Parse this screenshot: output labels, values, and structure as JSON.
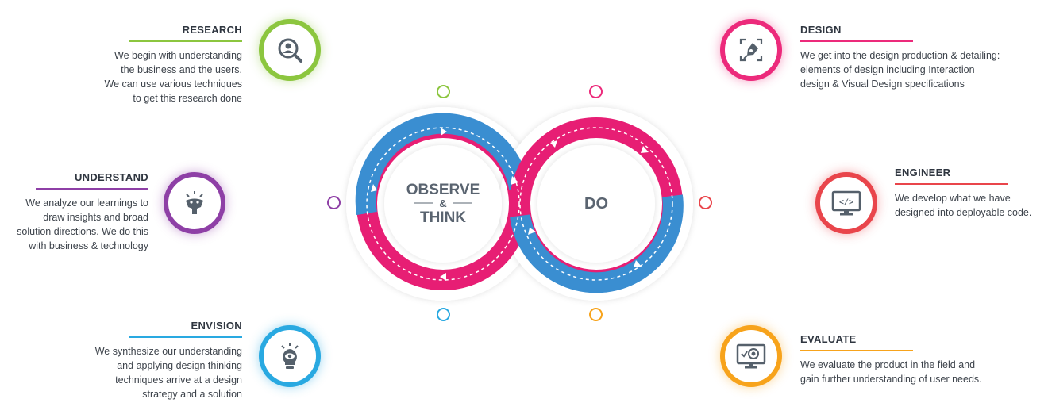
{
  "colors": {
    "research": "#8cc63f",
    "understand": "#8e3fa6",
    "envision": "#29a9e1",
    "design": "#ec2a7b",
    "engineer": "#e9454b",
    "evaluate": "#f7a31b",
    "loop_blue": "#3a8ed1",
    "loop_pink": "#e71e74"
  },
  "center": {
    "observe": "OBSERVE",
    "amp": "&",
    "think": "THINK",
    "do": "DO"
  },
  "stages": {
    "research": {
      "title": "RESEARCH",
      "lines": [
        "We begin with understanding",
        "the business and the users.",
        "We can use various techniques",
        "to get  this research done"
      ],
      "icon": "user-search-icon"
    },
    "understand": {
      "title": "UNDERSTAND",
      "lines": [
        "We analyze our learnings to",
        "draw insights and broad",
        "solution directions. We do this",
        "with business & technology"
      ],
      "icon": "lightbulb-head-icon"
    },
    "envision": {
      "title": "ENVISION",
      "lines": [
        "We synthesize our understanding",
        "and applying design thinking",
        "techniques arrive at a design",
        "strategy and a solution"
      ],
      "icon": "eye-bulb-icon"
    },
    "design": {
      "title": "DESIGN",
      "lines": [
        "We get into the design production & detailing:",
        "elements of design including Interaction",
        "design & Visual Design specifications"
      ],
      "icon": "pen-tool-icon"
    },
    "engineer": {
      "title": "ENGINEER",
      "lines": [
        "We develop what we have",
        "designed into deployable code."
      ],
      "icon": "code-monitor-icon"
    },
    "evaluate": {
      "title": "EVALUATE",
      "lines": [
        "We evaluate the product in the field and",
        "gain further understanding of user needs."
      ],
      "icon": "monitor-eye-icon"
    }
  }
}
